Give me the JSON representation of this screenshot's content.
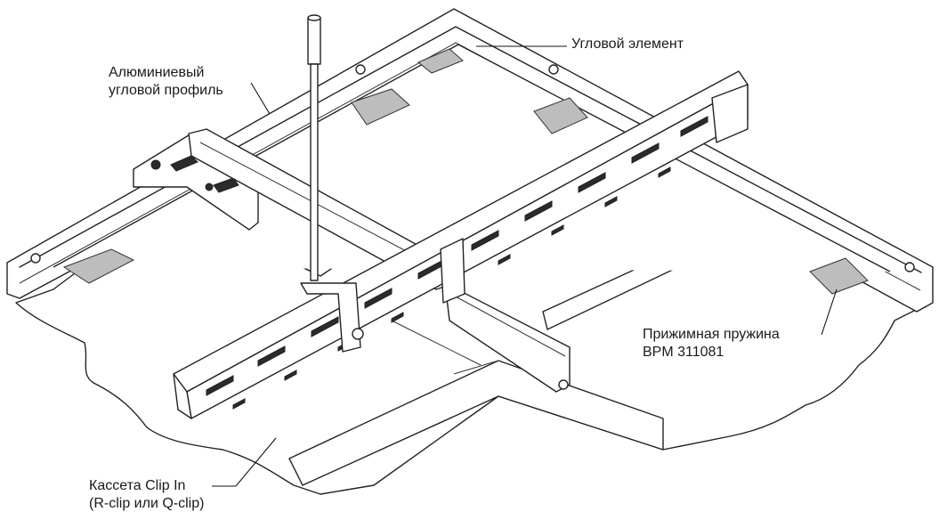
{
  "labels": {
    "corner_profile": [
      "Алюминиевый",
      "угловой профиль"
    ],
    "corner_element": "Угловой элемент",
    "spring": [
      "Прижимная пружина",
      "BPM 311081"
    ],
    "cassette": [
      "Кассета Clip In",
      "(R-clip или Q-clip)"
    ]
  },
  "colors": {
    "line": "#222222",
    "background": "#ffffff",
    "shade": "#bdbdbd"
  }
}
